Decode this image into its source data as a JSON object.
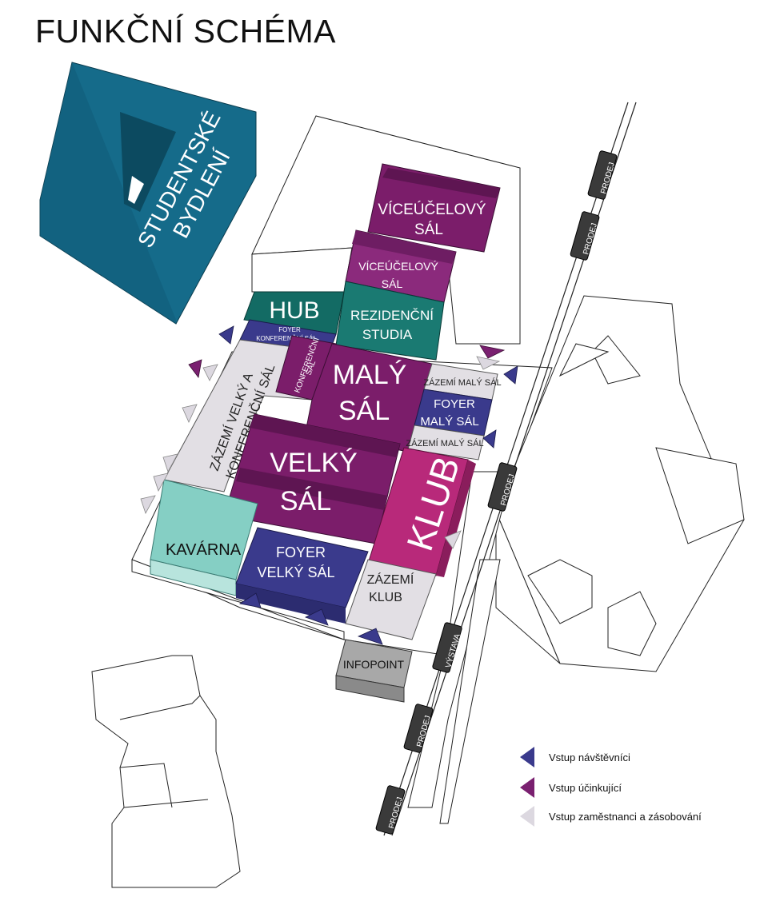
{
  "title": "FUNKČNÍ SCHÉMA",
  "rooms": {
    "studentske_line1": "STUDENTSKÉ",
    "studentske_line2": "BYDLENÍ",
    "viceucelovy_top_line1": "VÍCEÚČELOVÝ",
    "viceucelovy_top_line2": "SÁL",
    "viceucelovy_small_line1": "VÍCEÚČELOVÝ",
    "viceucelovy_small_line2": "SÁL",
    "hub": "HUB",
    "rezidencni_line1": "REZIDENČNÍ",
    "rezidencni_line2": "STUDIA",
    "foyer_konf_line1": "FOYER",
    "foyer_konf_line2": "KONFERENČNÍ SÁL",
    "konferencni_line1": "KONFERENČNÍ",
    "konferencni_line2": "SÁL",
    "maly_sal_line1": "MALÝ",
    "maly_sal_line2": "SÁL",
    "zazemi_maly_1": "ZÁZEMÍ MALÝ SÁL",
    "foyer_maly_line1": "FOYER",
    "foyer_maly_line2": "MALÝ SÁL",
    "zazemi_maly_2": "ZÁZEMÍ MALÝ SÁL",
    "zazemi_velky_line1": "ZÁZEMÍ VELKÝ A",
    "zazemi_velky_line2": "KONFERENČNÍ SÁL",
    "velky_sal_line1": "VELKÝ",
    "velky_sal_line2": "SÁL",
    "klub": "KLUB",
    "kavarna": "KAVÁRNA",
    "foyer_velky_line1": "FOYER",
    "foyer_velky_line2": "VELKÝ SÁL",
    "zazemi_klub_line1": "ZÁZEMÍ",
    "zazemi_klub_line2": "KLUB",
    "infopoint": "INFOPOINT"
  },
  "kiosks": {
    "k1": "PRODEJ",
    "k2": "PRODEJ",
    "k3": "PRODEJ",
    "k4": "VÝSTAVA",
    "k5": "PRODEJ",
    "k6": "PRODEJ"
  },
  "legend": {
    "visitors": "Vstup návštěvníci",
    "performers": "Vstup účinkující",
    "staff": "Vstup zaměstnanci a zásobování"
  },
  "colors": {
    "visitors": "#3a3a8c",
    "performers": "#7a2070",
    "staff": "#dcd8e0",
    "studentske": "#156b8a",
    "purple": "#7b1d6a",
    "teal": "#1a7a72",
    "klub": "#b8297a",
    "kavarna": "#85cfc4",
    "light_gray": "#e2dfe4",
    "infopoint": "#a8a8a8"
  }
}
